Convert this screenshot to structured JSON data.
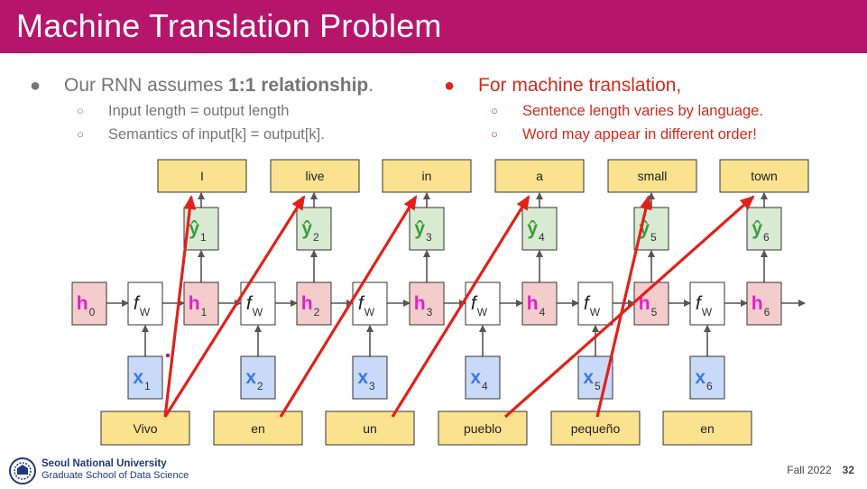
{
  "title": "Machine Translation Problem",
  "left_bullets": {
    "main_prefix": "Our RNN assumes ",
    "main_bold": "1:1 relationship",
    "main_suffix": ".",
    "subs": [
      "Input length = output length",
      "Semantics of input[k] = output[k]."
    ]
  },
  "right_bullets": {
    "main": "For machine translation,",
    "subs": [
      "Sentence length varies by language.",
      "Word may appear in different order!"
    ]
  },
  "diagram": {
    "output_words": [
      "I",
      "live",
      "in",
      "a",
      "small",
      "town"
    ],
    "input_words": [
      "Vivo",
      "en",
      "un",
      "pueblo",
      "pequeño",
      "en"
    ],
    "y_label": "ŷ",
    "y_subs": [
      "1",
      "2",
      "3",
      "4",
      "5",
      "6"
    ],
    "h_label": "h",
    "h_subs": [
      "0",
      "1",
      "2",
      "3",
      "4",
      "5",
      "6"
    ],
    "f_label": "f",
    "f_sub": "W",
    "x_label": "x",
    "x_subs": [
      "1",
      "2",
      "3",
      "4",
      "5",
      "6"
    ],
    "mapping": [
      {
        "from": "Vivo",
        "to": "I"
      },
      {
        "from": "Vivo",
        "to": "live"
      },
      {
        "from": "en",
        "to": "in"
      },
      {
        "from": "un",
        "to": "a"
      },
      {
        "from": "pueblo",
        "to": "town"
      },
      {
        "from": "pequeño",
        "to": "small"
      }
    ],
    "colors": {
      "word_box": "#fbe28f",
      "word_border": "#222222",
      "y_box": "#d9ead3",
      "y_text": "#3d9b3d",
      "h_box": "#f4cccc",
      "h_text": "#e020c8",
      "f_box": "#ffffff",
      "x_box": "#c9daf8",
      "x_text": "#3b78e7",
      "arrow": "#555555",
      "mapping_arrow": "#e0221a"
    }
  },
  "footer": {
    "university": "Seoul National University",
    "school": "Graduate School of Data Science",
    "term": "Fall 2022",
    "page": "32"
  },
  "colors": {
    "title_bar": "#b5166c",
    "left_text": "#757575",
    "right_text": "#d42a1c"
  }
}
